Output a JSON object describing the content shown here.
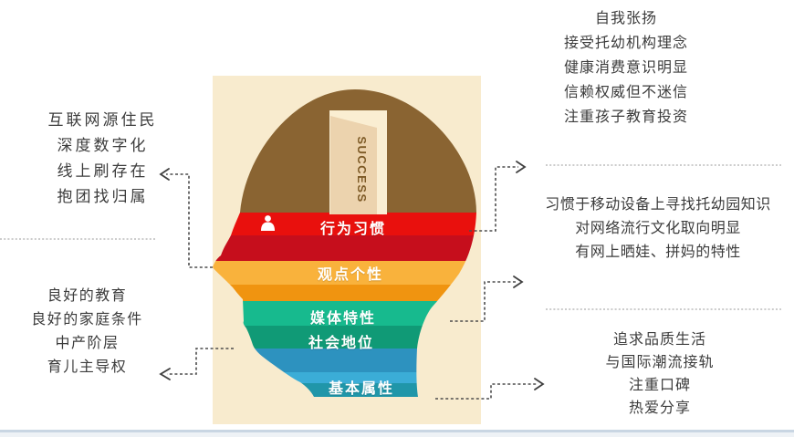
{
  "canvas": {
    "bg": "#ffffff",
    "bottom_edge_color": "#c9d6e3"
  },
  "panel": {
    "bg": "#f8ebce"
  },
  "head": {
    "skull_color": "#8a6432",
    "success_label": "SUCCESS",
    "door": {
      "frame_color": "#faeed2",
      "panel_color": "#ecd3ae",
      "text_color": "#7d5a26"
    },
    "person_icon_color": "#ffffff",
    "bands": [
      {
        "name": "behavior",
        "label": "行为习惯",
        "color": "#e9100d"
      },
      {
        "name": "behavior-shade",
        "label": "",
        "color": "#c60e1c"
      },
      {
        "name": "viewpoint",
        "label": "观点个性",
        "color": "#f9b23c"
      },
      {
        "name": "viewpoint-shade",
        "label": "",
        "color": "#f09410"
      },
      {
        "name": "media",
        "label": "媒体特性",
        "color": "#17ba8e"
      },
      {
        "name": "social",
        "label": "社会地位",
        "color": "#109a76"
      },
      {
        "name": "basic-shade",
        "label": "",
        "color": "#2d92bf"
      },
      {
        "name": "basic-light",
        "label": "",
        "color": "#3badd7"
      },
      {
        "name": "basic",
        "label": "基本属性",
        "color": "#2096a9"
      }
    ]
  },
  "annotations": {
    "top_left": {
      "lines": [
        "互联网源住民",
        "深度数字化",
        "线上刷存在",
        "抱团找归属"
      ]
    },
    "bottom_left": {
      "lines": [
        "良好的教育",
        "良好的家庭条件",
        "中产阶层",
        "育儿主导权"
      ]
    },
    "top_right": {
      "lines": [
        "自我张扬",
        "接受托幼机构理念",
        "健康消费意识明显",
        "信赖权威但不迷信",
        "注重孩子教育投资"
      ]
    },
    "middle_right": {
      "lines": [
        "习惯于移动设备上寻找托幼园知识",
        "对网络流行文化取向明显",
        "有网上晒娃、拼妈的特性"
      ]
    },
    "bottom_right": {
      "lines": [
        "追求品质生活",
        "与国际潮流接轨",
        "注重口碑",
        "热爱分享"
      ]
    }
  },
  "style": {
    "text_color": "#3c3c3c",
    "connector_color": "#4d4d4d",
    "divider_color": "#a8a8a8"
  }
}
